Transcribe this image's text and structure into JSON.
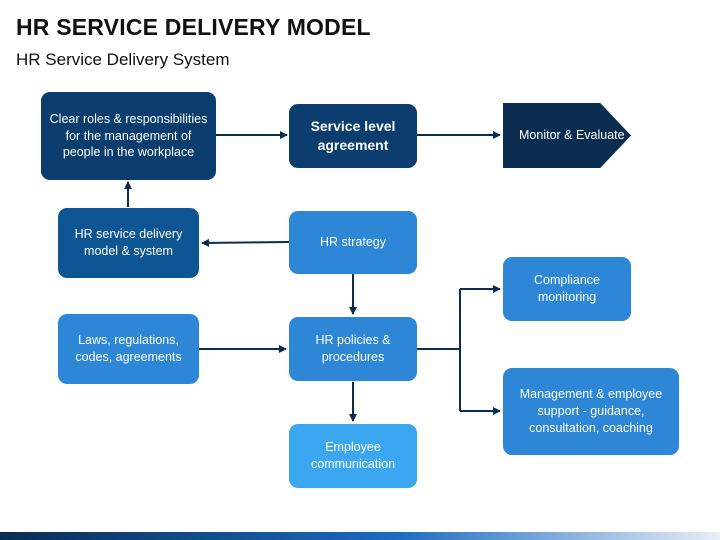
{
  "header": {
    "title": "HR SERVICE DELIVERY MODEL",
    "subtitle": "HR Service Delivery System"
  },
  "nodes": {
    "clear_roles": "Clear roles & responsibilities for the management of people in the workplace",
    "service_level": "Service level agreement",
    "monitor": "Monitor & Evaluate",
    "hr_service": "HR service delivery model & system",
    "hr_strategy": "HR strategy",
    "compliance": "Compliance monitoring",
    "laws": "Laws, regulations, codes, agreements",
    "hr_policies": "HR policies & procedures",
    "management": "Management & employee support - guidance, consultation, coaching",
    "employee_comm": "Employee communication"
  },
  "colors": {
    "navy": "#0b3d6e",
    "dark_navy": "#0b2d52",
    "blue": "#1a6bc2",
    "light_blue": "#2e87d6",
    "sky_blue": "#3aa7f0",
    "connector": "#0b2d52"
  }
}
